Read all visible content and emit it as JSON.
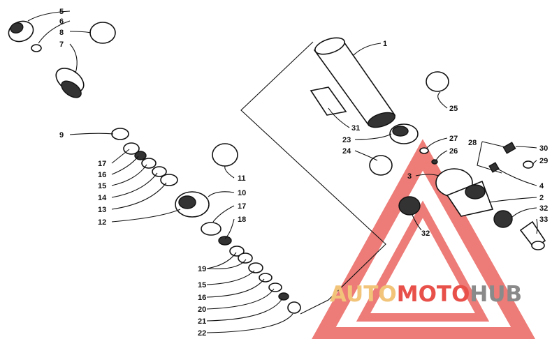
{
  "labels": {
    "l5": "5",
    "l6": "6",
    "l8": "8",
    "l7": "7",
    "l9": "9",
    "l17a": "17",
    "l16a": "16",
    "l15a": "15",
    "l14": "14",
    "l13": "13",
    "l12": "12",
    "l11": "11",
    "l10": "10",
    "l17b": "17",
    "l18": "18",
    "l19": "19",
    "l15b": "15",
    "l16b": "16",
    "l20": "20",
    "l21": "21",
    "l22": "22",
    "l1": "1",
    "l25": "25",
    "l31": "31",
    "l23": "23",
    "l24": "24",
    "l27": "27",
    "l26": "26",
    "l28": "28",
    "l30": "30",
    "l29": "29",
    "l3": "3",
    "l4": "4",
    "l2": "2",
    "l32a": "32",
    "l33": "33",
    "l32b": "32"
  },
  "watermark": {
    "part1": "AUTO",
    "part2": "MOTO",
    "part3": "HUB",
    "color_gold": "#f2c47a",
    "color_red": "#e8504a",
    "color_gray": "#8a8a8a"
  }
}
